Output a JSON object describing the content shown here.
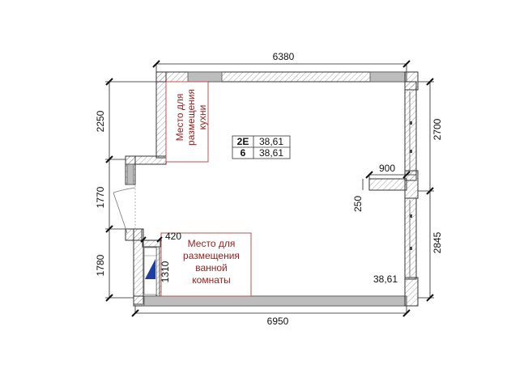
{
  "dimensions": {
    "top": "6380",
    "bottom": "6950",
    "right_upper": "2700",
    "right_lower": "2845",
    "left_upper": "2250",
    "left_middle": "1770",
    "left_lower": "1780",
    "notch_width": "900",
    "notch_depth": "250",
    "bath_width": "420",
    "bath_depth": "1310"
  },
  "zones": {
    "kitchen": {
      "lines": [
        "Место для",
        "размещения",
        "кухни"
      ]
    },
    "bathroom": {
      "lines": [
        "Место для",
        "размещения",
        "ванной",
        "комнаты"
      ]
    }
  },
  "info_table": {
    "rows": [
      {
        "code": "2E",
        "value": "38,61"
      },
      {
        "code": "6",
        "value": "38,61"
      }
    ]
  },
  "area_label": "38,61",
  "colors": {
    "wall_hatch": "#888888",
    "zone_outline": "#c0504d",
    "zone_text": "#9b1c1c",
    "fixture": "#1f3fa0"
  }
}
